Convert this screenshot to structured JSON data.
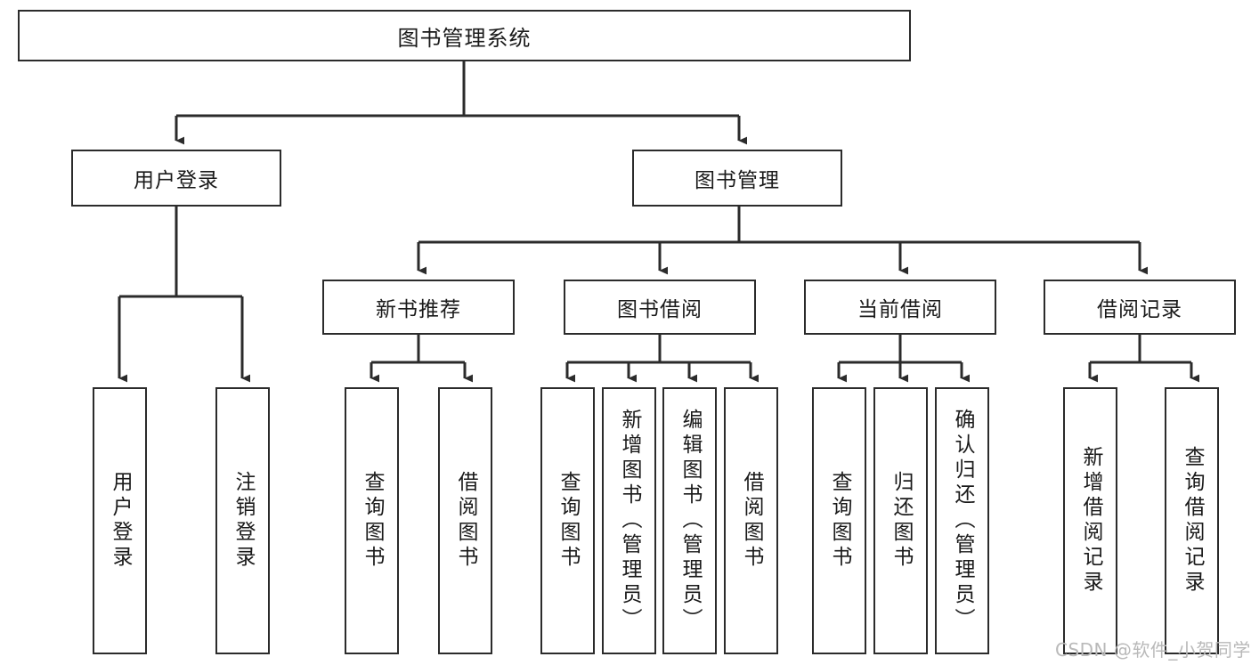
{
  "diagram": {
    "type": "tree-hierarchy-chart",
    "title": "图书管理系统",
    "line_color": "#2b2b2b",
    "box_fill": "#ffffff",
    "text_color": "#1a1a1a",
    "watermark": "CSDN @软件_小贺同学",
    "watermark_color": "#b9b9b9",
    "levels": [
      {
        "level": 1,
        "nodes": [
          {
            "id": "root",
            "label": "图书管理系统",
            "orientation": "horizontal"
          }
        ]
      },
      {
        "level": 2,
        "nodes": [
          {
            "id": "login",
            "label": "用户登录",
            "orientation": "horizontal",
            "parent": "root"
          },
          {
            "id": "bookmgmt",
            "label": "图书管理",
            "orientation": "horizontal",
            "parent": "root"
          }
        ]
      },
      {
        "level": 3,
        "nodes": [
          {
            "id": "newbook",
            "label": "新书推荐",
            "orientation": "horizontal",
            "parent": "bookmgmt"
          },
          {
            "id": "borrow",
            "label": "图书借阅",
            "orientation": "horizontal",
            "parent": "bookmgmt"
          },
          {
            "id": "current",
            "label": "当前借阅",
            "orientation": "horizontal",
            "parent": "bookmgmt"
          },
          {
            "id": "records",
            "label": "借阅记录",
            "orientation": "horizontal",
            "parent": "bookmgmt"
          }
        ]
      },
      {
        "level": 4,
        "nodes": [
          {
            "id": "leaf-1",
            "label": "用户登录",
            "orientation": "vertical",
            "parent": "login"
          },
          {
            "id": "leaf-2",
            "label": "注销登录",
            "orientation": "vertical",
            "parent": "login"
          },
          {
            "id": "leaf-3",
            "label": "查询图书",
            "orientation": "vertical",
            "parent": "newbook"
          },
          {
            "id": "leaf-4",
            "label": "借阅图书",
            "orientation": "vertical",
            "parent": "newbook"
          },
          {
            "id": "leaf-5",
            "label": "查询图书",
            "orientation": "vertical",
            "parent": "borrow"
          },
          {
            "id": "leaf-6",
            "label": "新增图书（管理员）",
            "orientation": "vertical",
            "parent": "borrow"
          },
          {
            "id": "leaf-7",
            "label": "编辑图书（管理员）",
            "orientation": "vertical",
            "parent": "borrow"
          },
          {
            "id": "leaf-8",
            "label": "借阅图书",
            "orientation": "vertical",
            "parent": "borrow"
          },
          {
            "id": "leaf-9",
            "label": "查询图书",
            "orientation": "vertical",
            "parent": "current"
          },
          {
            "id": "leaf-10",
            "label": "归还图书",
            "orientation": "vertical",
            "parent": "current"
          },
          {
            "id": "leaf-11",
            "label": "确认归还（管理员）",
            "orientation": "vertical",
            "parent": "current"
          },
          {
            "id": "leaf-12",
            "label": "新增借阅记录",
            "orientation": "vertical",
            "parent": "records"
          },
          {
            "id": "leaf-13",
            "label": "查询借阅记录",
            "orientation": "vertical",
            "parent": "records"
          }
        ]
      }
    ]
  }
}
